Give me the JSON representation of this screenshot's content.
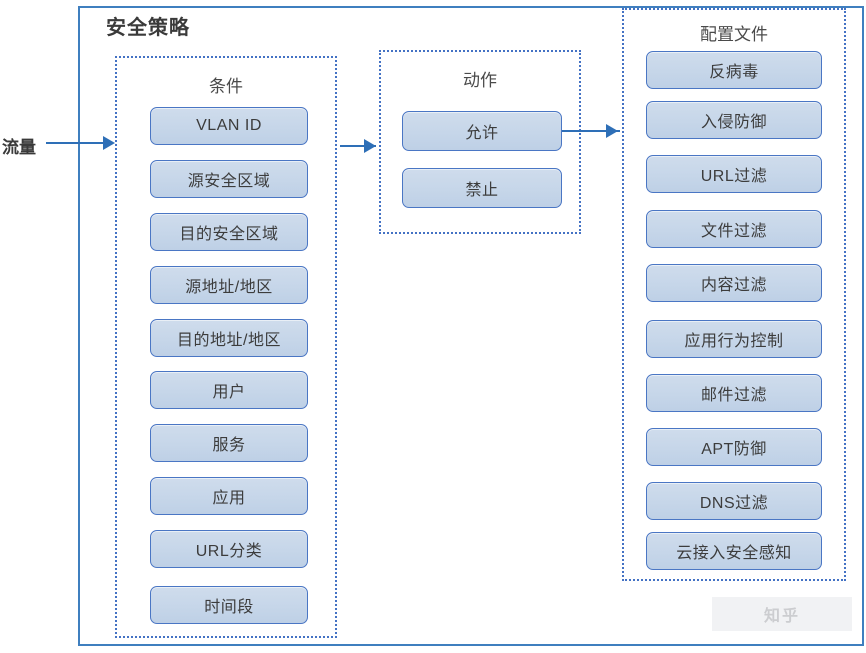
{
  "diagram": {
    "title": "安全策略",
    "flow_label": "流量",
    "watermark": "知乎"
  },
  "groups": {
    "condition": {
      "title": "条件",
      "items": [
        {
          "label": "VLAN ID"
        },
        {
          "label": "源安全区域"
        },
        {
          "label": "目的安全区域"
        },
        {
          "label": "源地址/地区"
        },
        {
          "label": "目的地址/地区"
        },
        {
          "label": "用户"
        },
        {
          "label": "服务"
        },
        {
          "label": "应用"
        },
        {
          "label": "URL分类"
        },
        {
          "label": "时间段"
        }
      ]
    },
    "action": {
      "title": "动作",
      "items": [
        {
          "label": "允许"
        },
        {
          "label": "禁止"
        }
      ]
    },
    "profile": {
      "title": "配置文件",
      "items": [
        {
          "label": "反病毒"
        },
        {
          "label": "入侵防御"
        },
        {
          "label": "URL过滤"
        },
        {
          "label": "文件过滤"
        },
        {
          "label": "内容过滤"
        },
        {
          "label": "应用行为控制"
        },
        {
          "label": "邮件过滤"
        },
        {
          "label": "APT防御"
        },
        {
          "label": "DNS过滤"
        },
        {
          "label": "云接入安全感知"
        }
      ]
    }
  },
  "colors": {
    "frame_border": "#3f7fbf",
    "group_border": "#4472c4",
    "chip_fill": "#c6d6e9",
    "chip_border": "#4a76c4",
    "connector": "#2e6fb7",
    "text": "#3c3c3c"
  }
}
